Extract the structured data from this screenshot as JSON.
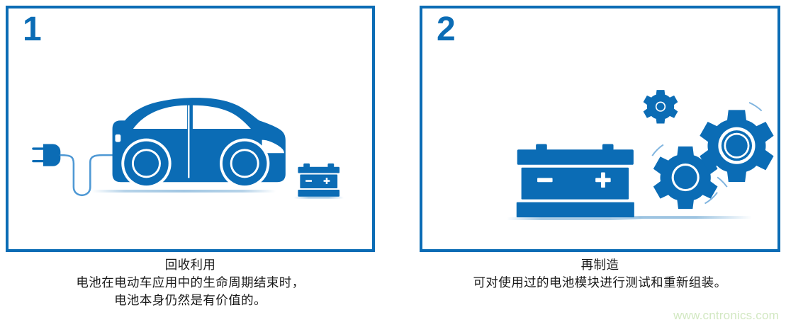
{
  "theme": {
    "brand_blue": "#0b6cb5",
    "brand_blue_dark": "#0a5fa3",
    "background": "#ffffff",
    "caption_color": "#1a1a1a",
    "watermark_color": "#d2e8c2"
  },
  "panels": [
    {
      "number": "1",
      "illustration": "ev-car-charging-with-battery",
      "icons": [
        "power-plug-icon",
        "charging-cable-icon",
        "electric-car-icon",
        "car-battery-icon"
      ],
      "caption": {
        "title": "回收利用",
        "lines": [
          "电池在电动车应用中的生命周期结束时，",
          "电池本身仍然是有价值的。"
        ]
      }
    },
    {
      "number": "2",
      "illustration": "battery-with-gears-remanufacturing",
      "icons": [
        "car-battery-icon",
        "gear-small-icon",
        "gear-medium-icon",
        "gear-large-icon"
      ],
      "caption": {
        "title": "再制造",
        "lines": [
          "可对使用过的电池模块进行测试和重新组装。"
        ]
      }
    }
  ],
  "watermark": {
    "text": "www.cntronics.com"
  }
}
